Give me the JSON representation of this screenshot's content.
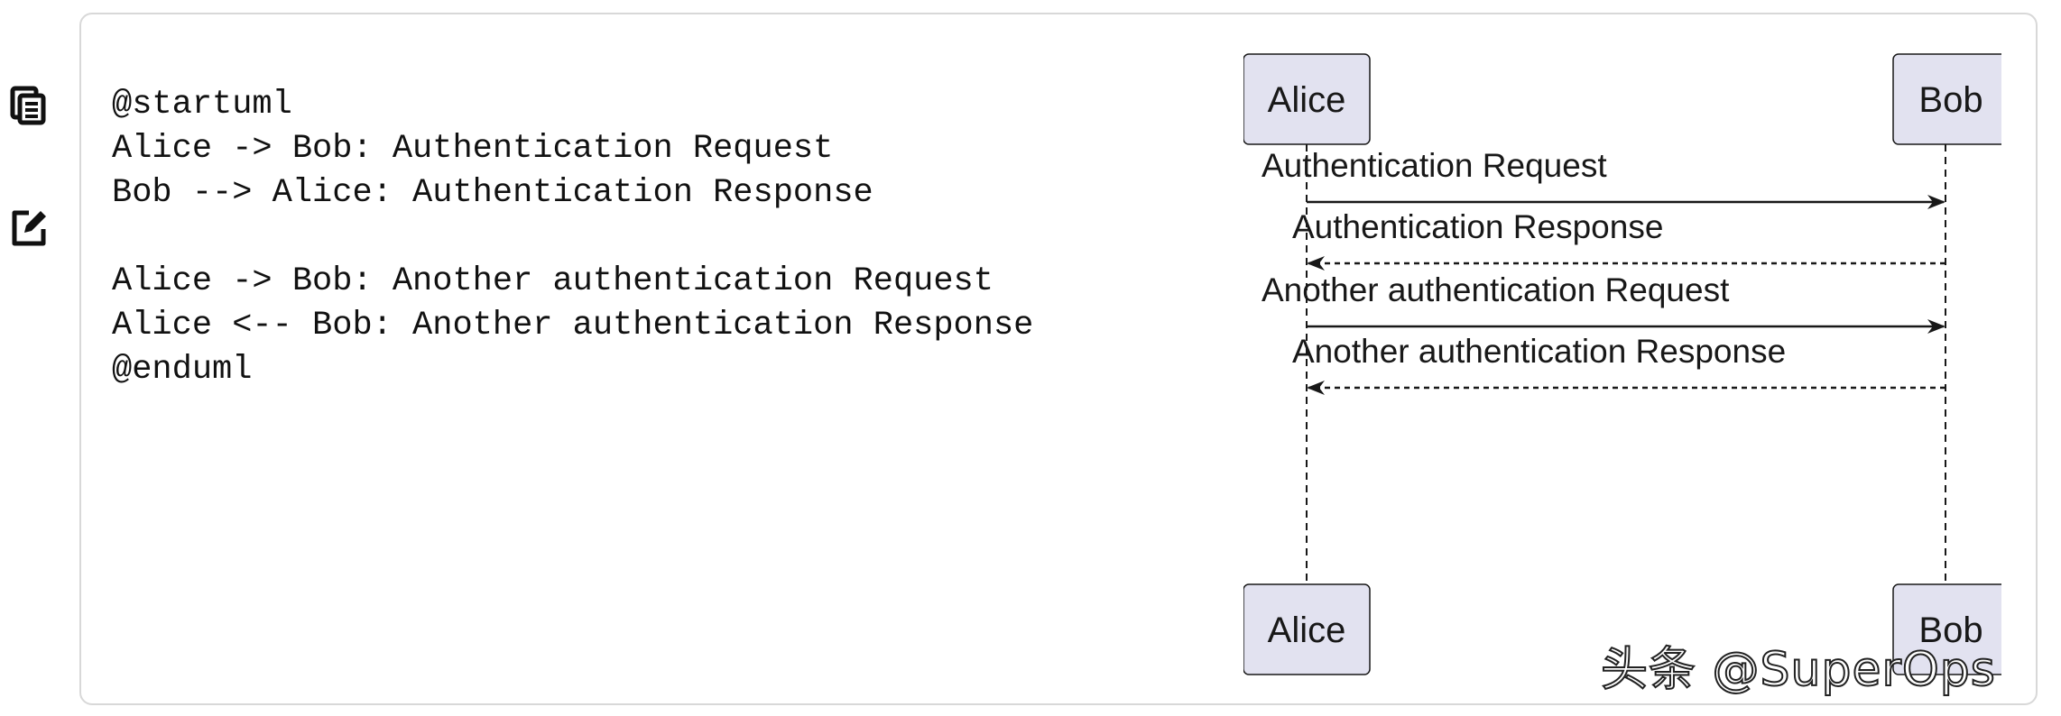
{
  "toolbar": {
    "copy_icon": "copy-icon",
    "edit_icon": "edit-icon"
  },
  "code": {
    "lines": [
      "@startuml",
      "Alice -> Bob: Authentication Request",
      "Bob --> Alice: Authentication Response",
      "",
      "Alice -> Bob: Another authentication Request",
      "Alice <-- Bob: Another authentication Response",
      "@enduml"
    ]
  },
  "diagram": {
    "participants": {
      "top_left": "Alice",
      "top_right": "Bob",
      "bottom_left": "Alice",
      "bottom_right": "Bob"
    },
    "messages": [
      {
        "label": "Authentication Request",
        "from": "Alice",
        "to": "Bob",
        "style": "solid"
      },
      {
        "label": "Authentication Response",
        "from": "Bob",
        "to": "Alice",
        "style": "dashed"
      },
      {
        "label": "Another authentication Request",
        "from": "Alice",
        "to": "Bob",
        "style": "solid"
      },
      {
        "label": "Another authentication Response",
        "from": "Bob",
        "to": "Alice",
        "style": "dashed"
      }
    ],
    "colors": {
      "participant_fill": "#e2e2f0",
      "participant_border": "#181818",
      "lifeline": "#181818",
      "arrow": "#181818"
    }
  },
  "watermark": "头条 @SuperOps"
}
